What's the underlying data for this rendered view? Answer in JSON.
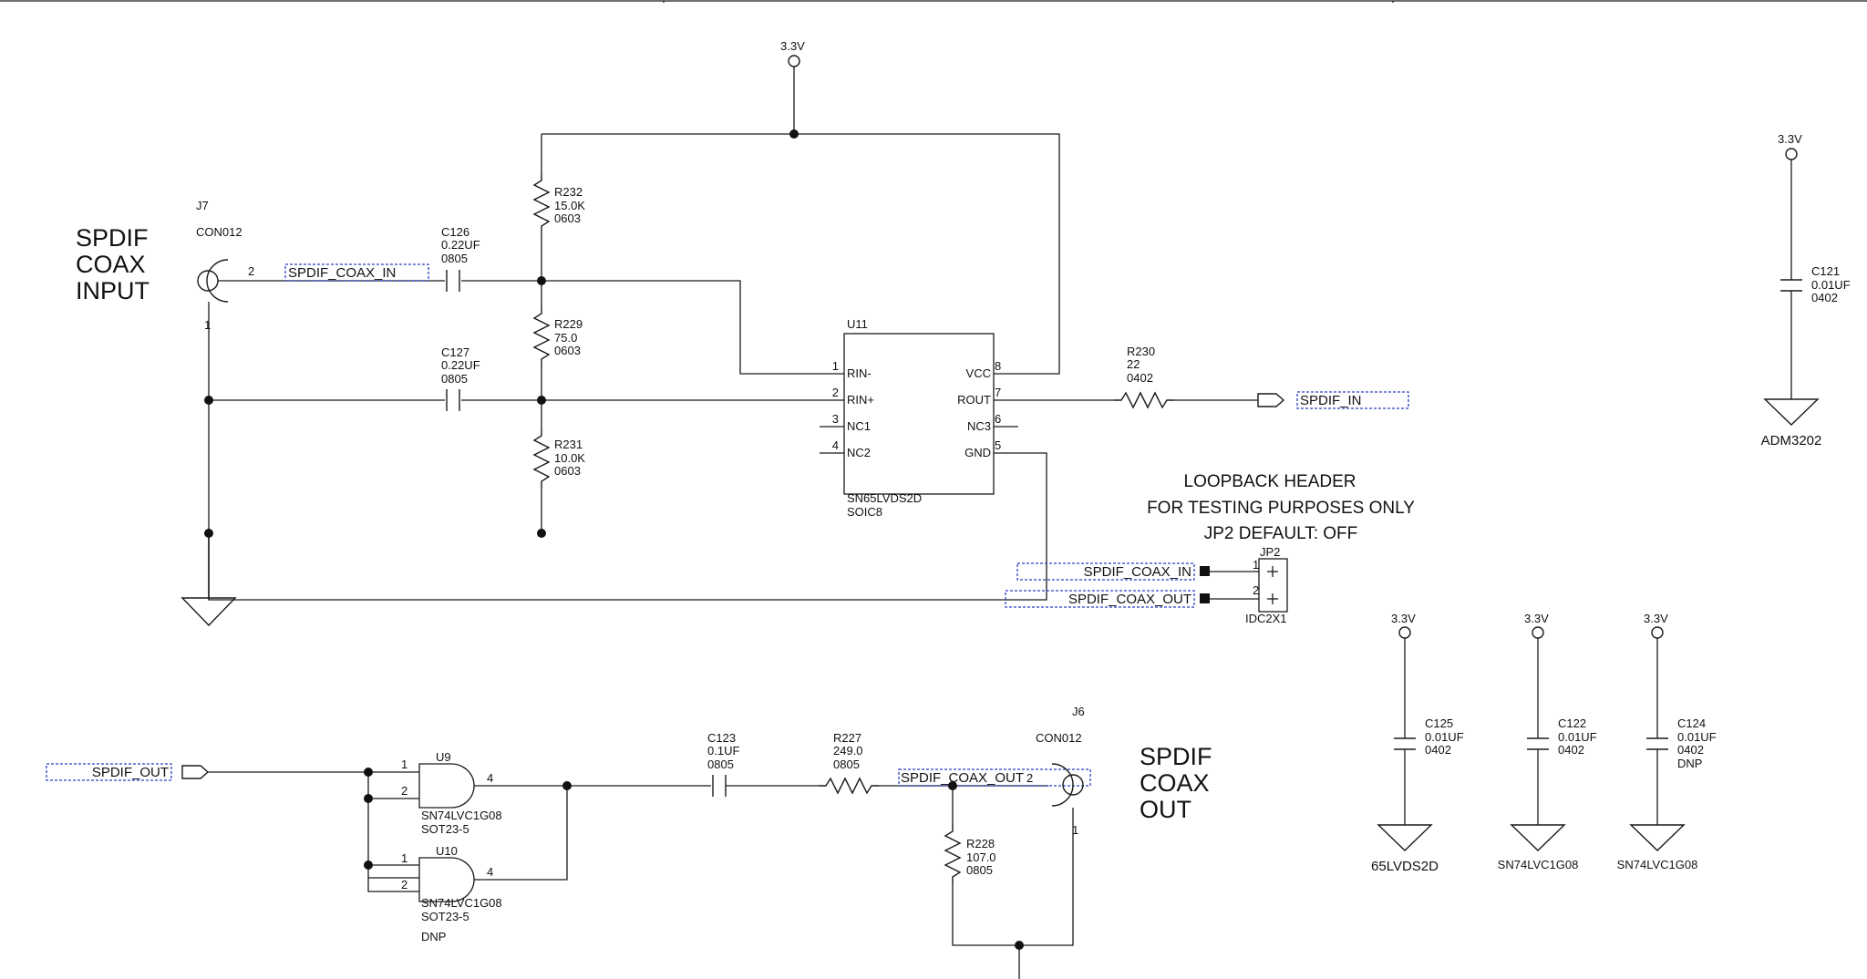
{
  "titles": {
    "input": [
      "SPDIF",
      "COAX",
      "INPUT"
    ],
    "output": [
      "SPDIF",
      "COAX",
      "OUT"
    ]
  },
  "connectors": {
    "j7": {
      "ref": "J7",
      "part": "CON012",
      "pin_signal": "2",
      "pin_ground": "1"
    },
    "j6": {
      "ref": "J6",
      "part": "CON012",
      "pin_signal": "2",
      "pin_ground": "1"
    }
  },
  "power": {
    "label": "3.3V"
  },
  "components": {
    "r232": [
      "R232",
      "15.0K",
      "0603"
    ],
    "r229": [
      "R229",
      "75.0",
      "0603"
    ],
    "r231": [
      "R231",
      "10.0K",
      "0603"
    ],
    "c126": [
      "C126",
      "0.22UF",
      "0805"
    ],
    "c127": [
      "C127",
      "0.22UF",
      "0805"
    ],
    "r230": [
      "R230",
      "22",
      "0402"
    ],
    "c121": [
      "C121",
      "0.01UF",
      "0402"
    ],
    "c123": [
      "C123",
      "0.1UF",
      "0805"
    ],
    "r227": [
      "R227",
      "249.0",
      "0805"
    ],
    "r228": [
      "R228",
      "107.0",
      "0805"
    ],
    "c125": [
      "C125",
      "0.01UF",
      "0402"
    ],
    "c122": [
      "C122",
      "0.01UF",
      "0402"
    ],
    "c124": [
      "C124",
      "0.01UF",
      "0402",
      "DNP"
    ]
  },
  "u11": {
    "ref": "U11",
    "part": "SN65LVDS2D",
    "package": "SOIC8",
    "left_pins": [
      {
        "num": "1",
        "name": "RIN-"
      },
      {
        "num": "2",
        "name": "RIN+"
      },
      {
        "num": "3",
        "name": "NC1"
      },
      {
        "num": "4",
        "name": "NC2"
      }
    ],
    "right_pins": [
      {
        "num": "8",
        "name": "VCC"
      },
      {
        "num": "7",
        "name": "ROUT"
      },
      {
        "num": "6",
        "name": "NC3"
      },
      {
        "num": "5",
        "name": "GND"
      }
    ]
  },
  "gates": {
    "u9": {
      "ref": "U9",
      "part": "SN74LVC1G08",
      "package": "SOT23-5",
      "in1": "1",
      "in2": "2",
      "out": "4"
    },
    "u10": {
      "ref": "U10",
      "part": "SN74LVC1G08",
      "package": "SOT23-5",
      "in1": "1",
      "in2": "2",
      "out": "4",
      "note": "DNP"
    }
  },
  "nets": {
    "spdif_coax_in": "SPDIF_COAX_IN",
    "spdif_in": "SPDIF_IN",
    "spdif_out": "SPDIF_OUT",
    "spdif_coax_out": "SPDIF_COAX_OUT",
    "jp2_in": "SPDIF_COAX_IN",
    "jp2_out": "SPDIF_COAX_OUT"
  },
  "loopback": {
    "lines": [
      "LOOPBACK HEADER",
      "FOR TESTING PURPOSES ONLY",
      "JP2 DEFAULT: OFF"
    ],
    "ref": "JP2",
    "part": "IDC2X1",
    "pin1": "1",
    "pin2": "2"
  },
  "ground_labels": {
    "adm3202": "ADM3202",
    "lvds": "65LVDS2D",
    "lvc_a": "SN74LVC1G08",
    "lvc_b": "SN74LVC1G08"
  }
}
